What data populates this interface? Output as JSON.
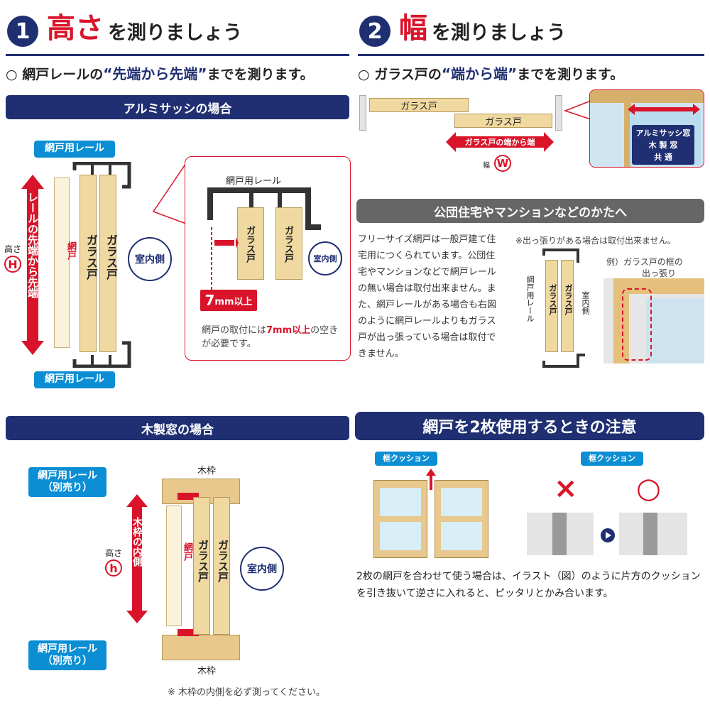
{
  "section1": {
    "number": "1",
    "title_emph": "高さ",
    "title_rest": "を測りましょう",
    "sub_pre": "○ 網戸レールの",
    "sub_emph": "“先端から先端”",
    "sub_post": "までを測ります。",
    "alu_band": "アルミサッシの場合",
    "rail_top": "網戸用レール",
    "rail_bottom": "網戸用レール",
    "vertical_label": "レールの先端から先端",
    "height_label": "高さ",
    "height_letter": "H",
    "screen_label": "網戸",
    "glass_1": "ガラス戸",
    "glass_2": "ガラス戸",
    "indoor": "室内側",
    "zoom_rail": "網戸用レール",
    "zoom_glass_1": "ガラス戸",
    "zoom_glass_2": "ガラス戸",
    "zoom_indoor": "室内側",
    "badge_num": "7",
    "badge_unit": "mm以上",
    "note_pre": "網戸の取付には",
    "note_emph": "7mm以上",
    "note_post": "の空きが必要です。"
  },
  "section2": {
    "number": "2",
    "title_emph": "幅",
    "title_rest": "を測りましょう",
    "sub_pre": "○ ガラス戸の",
    "sub_emph": "“端から端”",
    "sub_post": "までを測ります。",
    "glass_1": "ガラス戸",
    "glass_2": "ガラス戸",
    "arrow_label": "ガラス戸の端から端",
    "width_label": "幅",
    "width_letter": "W",
    "photo_label_1": "アルミサッシ窓",
    "photo_label_2": "木 製 窓",
    "photo_label_3": "共 通"
  },
  "public_housing": {
    "band": "公団住宅やマンションなどのかたへ",
    "body": "フリーサイズ網戸は一般戸建て住宅用につくられています。公団住宅やマンションなどで網戸レールの無い場合は取付出来ません。また、網戸レールがある場合も右図のように網戸レールよりもガラス戸が出っ張っている場合は取付できません。",
    "note": "※出っ張りがある場合は取付出来ません。",
    "rail": "網戸用レール",
    "glass_1": "ガラス戸",
    "glass_2": "ガラス戸",
    "indoor": "室内側",
    "example": "例）ガラス戸の框の",
    "example_2": "出っ張り"
  },
  "wood": {
    "band": "木製窓の場合",
    "rail_top_1": "網戸用レール",
    "rail_top_2": "（別売り）",
    "rail_bottom_1": "網戸用レール",
    "rail_bottom_2": "（別売り）",
    "frame_top": "木枠",
    "frame_bottom": "木枠",
    "vertical_label": "木枠の内側",
    "height_label": "高さ",
    "height_letter": "h",
    "screen_label": "網戸",
    "glass_1": "ガラス戸",
    "glass_2": "ガラス戸",
    "indoor": "室内側",
    "note": "※ 木枠の内側を必ず測ってください。"
  },
  "two_screens": {
    "band": "網戸を2枚使用するときの注意",
    "cushion_1": "框クッション",
    "cushion_2": "框クッション",
    "wrong": "×",
    "right": "○",
    "body": "2枚の網戸を合わせて使う場合は、イラスト（図）のように片方のクッションを引き抜いて逆さに入れると、ピッタリとかみ合います。"
  },
  "colors": {
    "navy": "#1f2f72",
    "red": "#d9142a",
    "blue": "#0b8ed4",
    "wood": "#f0d9a0"
  }
}
